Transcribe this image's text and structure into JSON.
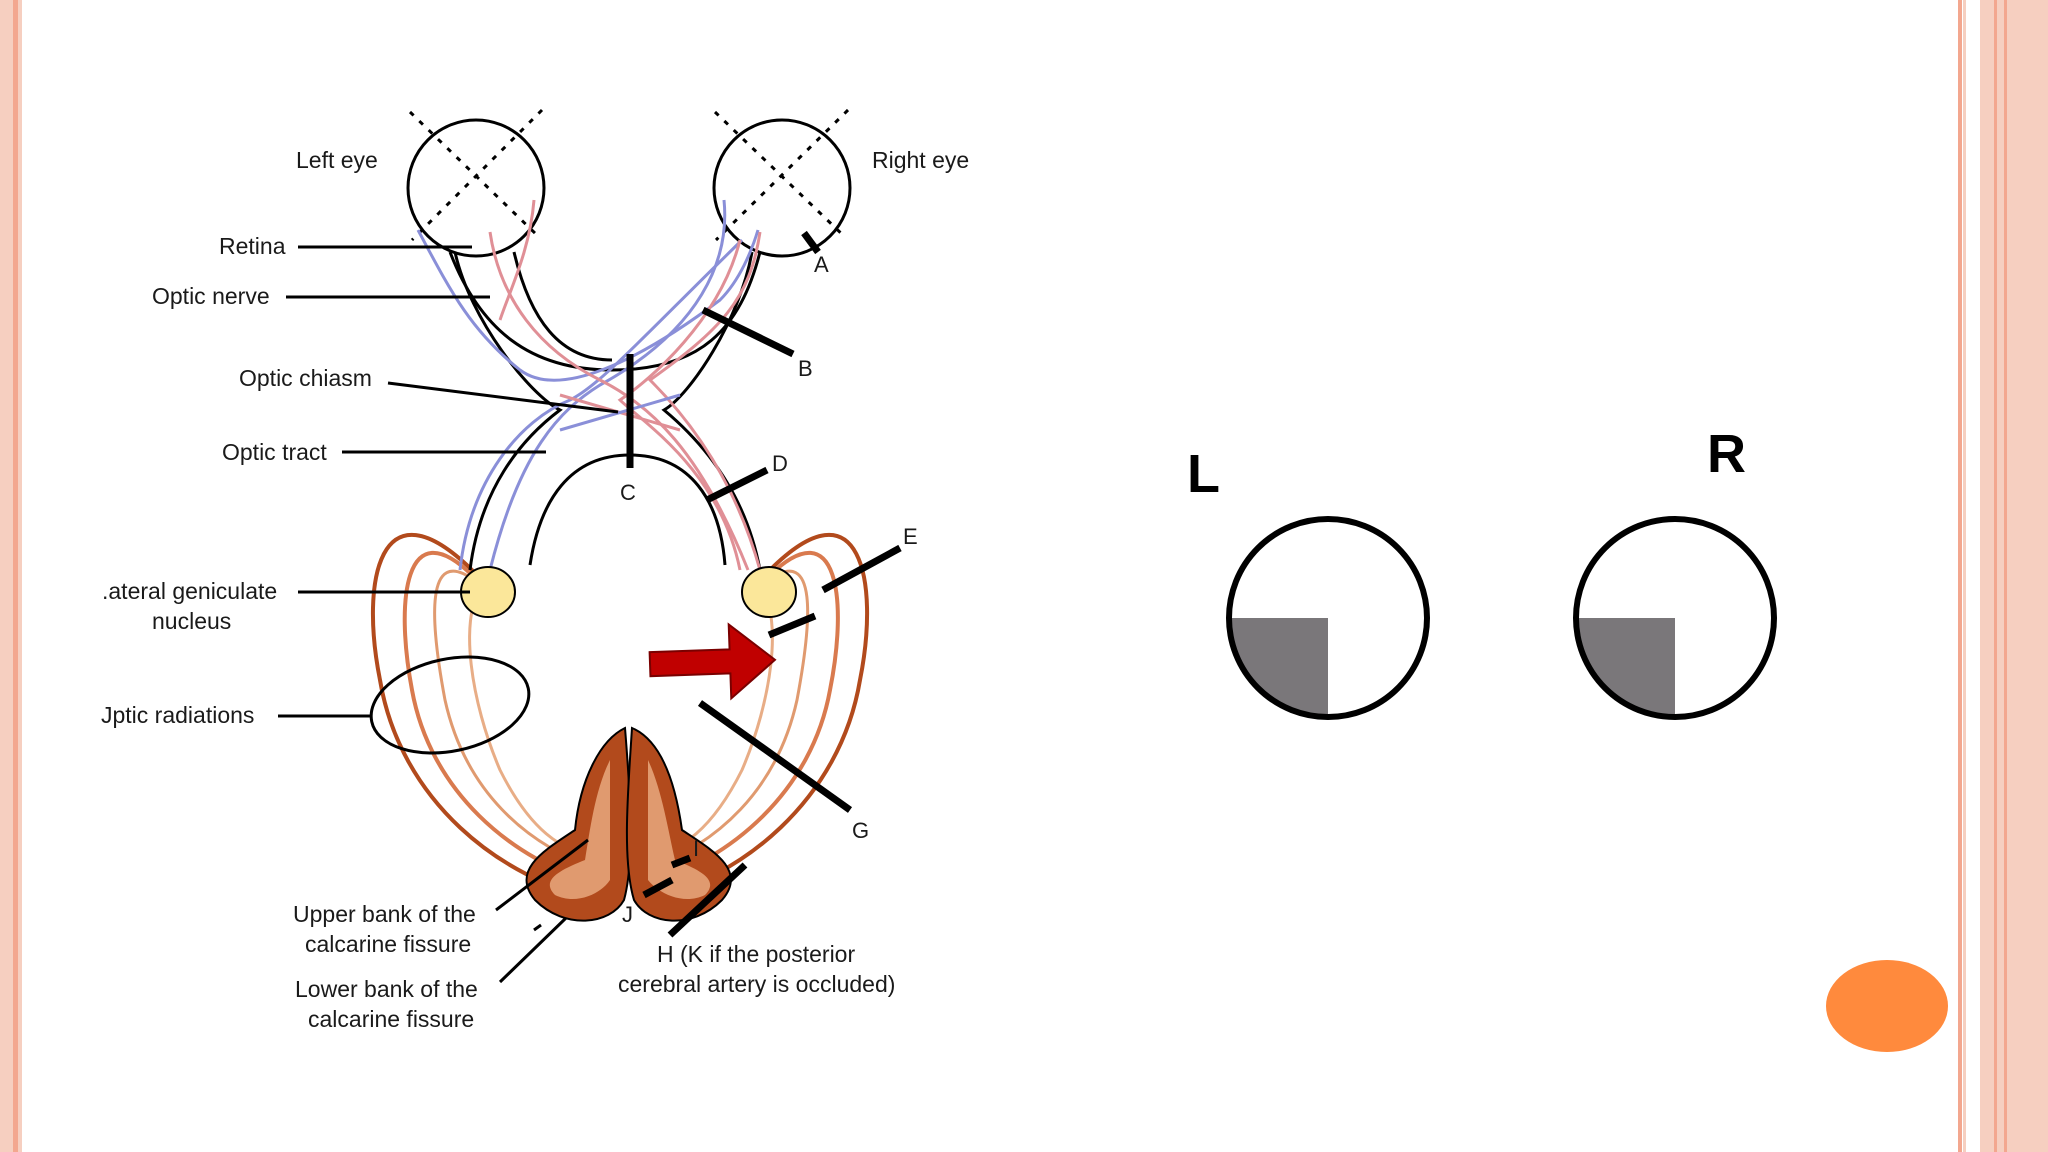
{
  "colors": {
    "border": "#f3a78f",
    "border_light": "#f6cfc0",
    "nasal_fibers": "#8a8fd8",
    "temporal_fibers": "#e08f96",
    "radiations": "#b24a1c",
    "radiations_light": "#e09a6f",
    "lgn": "#fbe79a",
    "lesion_arrow": "#c00000",
    "field_loss": "#7a777a",
    "nav_button": "#ff8a3d"
  },
  "diagram": {
    "labels": {
      "left_eye": "Left eye",
      "right_eye": "Right eye",
      "retina": "Retina",
      "optic_nerve": "Optic nerve",
      "optic_chiasm": "Optic chiasm",
      "optic_tract": "Optic tract",
      "lgn_line1": ".ateral geniculate",
      "lgn_line2": "nucleus",
      "optic_radiations": "Jptic radiations",
      "upper_bank_line1": "Upper bank of the",
      "upper_bank_line2": "calcarine fissure",
      "lower_bank_line1": "Lower bank of the",
      "lower_bank_line2": "calcarine fissure",
      "h_note_line1": "H (K if the posterior",
      "h_note_line2": "cerebral artery is occluded)"
    },
    "lesion_letters": [
      "A",
      "B",
      "C",
      "D",
      "E",
      "G",
      "I",
      "J"
    ]
  },
  "visual_fields": {
    "left_label": "L",
    "right_label": "R",
    "deficit": "left lower quadrant (both eyes)"
  },
  "navigation": {
    "icon": "next-slide-button"
  }
}
